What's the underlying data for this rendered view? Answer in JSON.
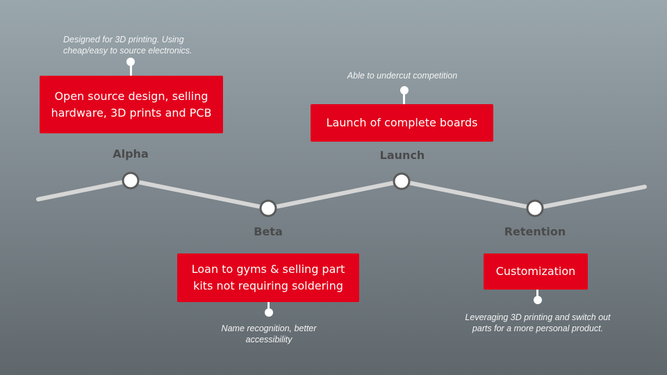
{
  "stages": [
    {
      "label": "Alpha",
      "box_text": "Open source design, selling hardware, 3D prints and PCB",
      "note": "Designed for 3D printing. Using cheap/easy to source electronics."
    },
    {
      "label": "Beta",
      "box_text": "Loan to gyms & selling part kits not requiring soldering",
      "note": "Name recognition, better accessibility"
    },
    {
      "label": "Launch",
      "box_text": "Launch of complete boards",
      "note": "Able to undercut competition"
    },
    {
      "label": "Retention",
      "box_text": "Customization",
      "note": "Leveraging 3D printing and switch out parts for a more personal product."
    }
  ],
  "colors": {
    "box": "#e3001b",
    "line": "#d6d6d6",
    "node_fill": "#ffffff",
    "node_stroke": "#5a5a5a"
  }
}
